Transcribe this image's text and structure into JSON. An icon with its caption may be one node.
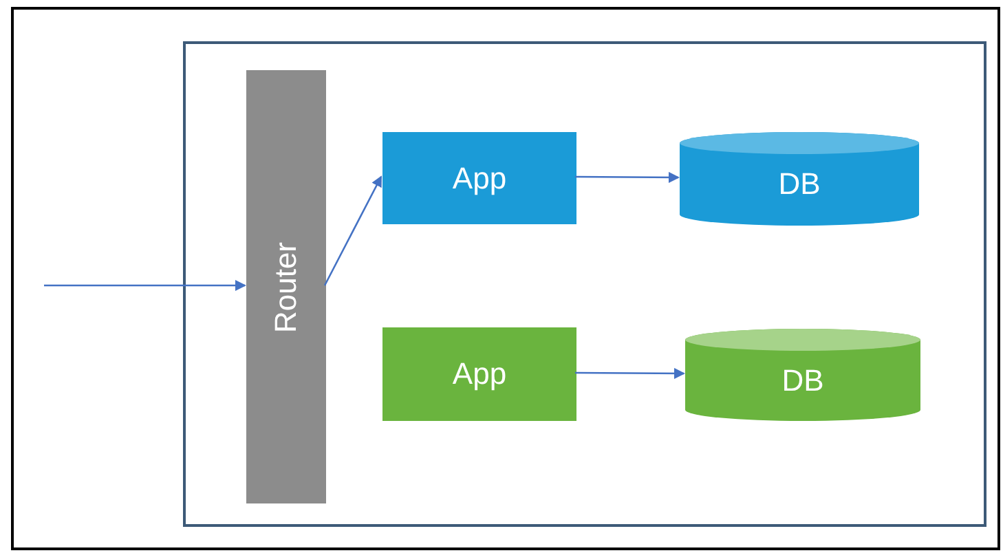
{
  "diagram": {
    "nodes": [
      {
        "text": [],
        "shape": "box"
      },
      {
        "text": [
          "Router"
        ],
        "in": 0
      },
      {
        "text": [
          "App"
        ],
        "in": 0
      },
      {
        "text": [
          "DB"
        ],
        "in": 0
      },
      {
        "text": [
          "App"
        ],
        "in": 0
      },
      {
        "text": [
          "DB"
        ],
        "in": 0
      }
    ],
    "edges": [
      {
        "from": null,
        "to": 1,
        "arrow": "to"
      },
      {
        "from": 1,
        "to": 2,
        "arrow": "to"
      },
      {
        "from": 2,
        "to": 3,
        "arrow": "to"
      },
      {
        "from": 4,
        "to": 5,
        "arrow": "to"
      }
    ]
  }
}
